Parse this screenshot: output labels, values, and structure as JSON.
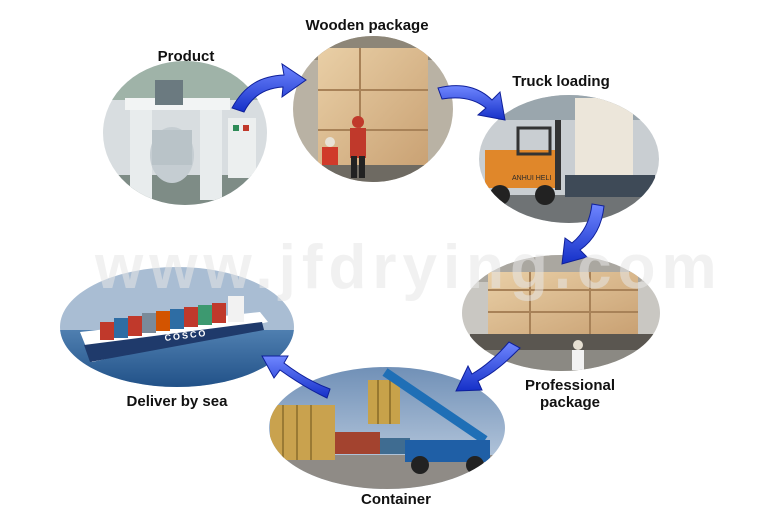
{
  "steps": {
    "product": "Product",
    "wooden_package": "Wooden package",
    "truck_loading": "Truck loading",
    "professional_package_line1": "Professional",
    "professional_package_line2": "package",
    "container": "Container",
    "deliver_by_sea": "Deliver by sea"
  },
  "ship_name": "COSCO",
  "forklift_brand": "ANHUI HELI",
  "watermark": "www.jfdrying.com",
  "colors": {
    "arrow": "#1f3fd6",
    "arrow_highlight": "#6f86ff",
    "text": "#111111"
  }
}
